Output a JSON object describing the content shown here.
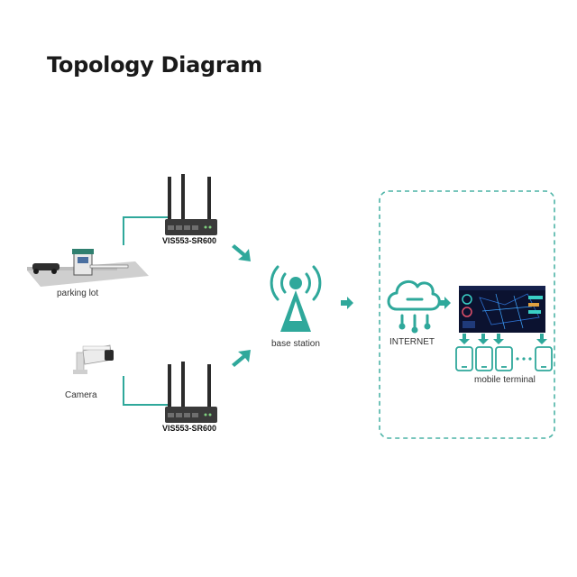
{
  "title": "Topology Diagram",
  "nodes": {
    "router_top": "VIS553-SR600",
    "router_bottom": "VIS553-SR600",
    "parking_lot": "parking lot",
    "camera": "Camera",
    "base_station": "base station",
    "internet": "INTERNET",
    "mobile_terminal": "mobile terminal"
  },
  "colors": {
    "accent": "#2fa89b",
    "dashed_border": "#4cb3a6"
  },
  "icons": [
    "router-icon",
    "barrier-gate-icon",
    "camera-icon",
    "cell-tower-icon",
    "cloud-icon",
    "dashboard-icon",
    "phone-icon",
    "down-arrow-icon",
    "right-arrow-icon"
  ]
}
